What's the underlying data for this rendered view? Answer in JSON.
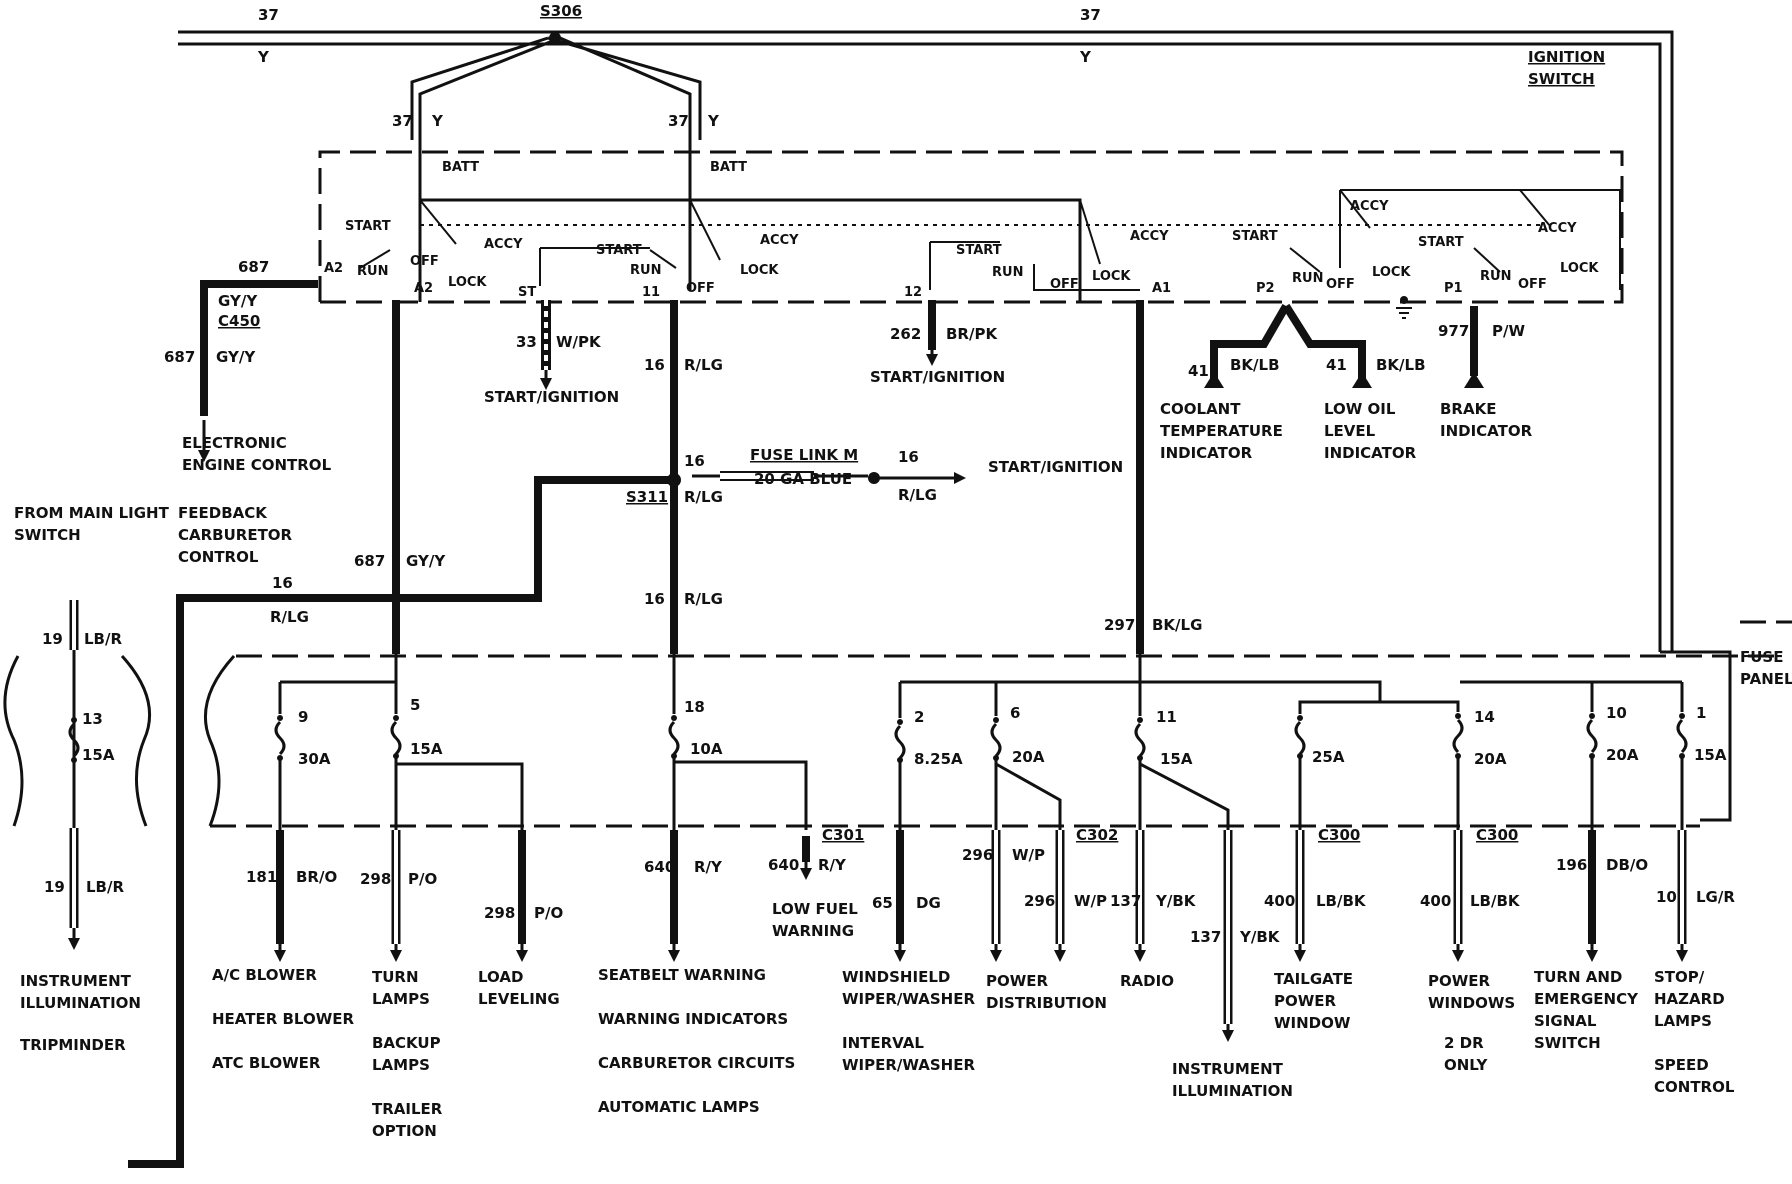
{
  "top_bus": {
    "circuit_left": "37",
    "color_left": "Y",
    "splice": "S306",
    "circuit_right": "37",
    "color_right": "Y"
  },
  "ignition_switch_label": [
    "IGNITION",
    "SWITCH"
  ],
  "fuse_panel_label": [
    "FUSE",
    "PANEL"
  ],
  "feeds": [
    {
      "circuit": "37",
      "color": "Y",
      "terminal": "BATT"
    },
    {
      "circuit": "37",
      "color": "Y",
      "terminal": "BATT"
    }
  ],
  "switch_positions": {
    "start": "START",
    "run": "RUN",
    "off": "OFF",
    "lock": "LOCK",
    "accy": "ACCY"
  },
  "switch_terminals": {
    "a2": "A2",
    "st": "ST",
    "t11": "11",
    "t12": "12",
    "a1": "A1",
    "p2": "P2",
    "p1": "P1"
  },
  "outputs_top": {
    "c687": "687",
    "c687_color": "GY/Y",
    "c450": "C450",
    "st_circuit": "33",
    "st_color": "W/PK",
    "st_dest": "START/IGNITION",
    "t11_circuit": "16",
    "t11_color": "R/LG",
    "t12_circuit": "262",
    "t12_color": "BR/PK",
    "t12_dest": "START/IGNITION",
    "p2_circuit": "41",
    "p2_color": "BK/LB",
    "p1_circuit": "977",
    "p1_color": "P/W"
  },
  "eec_label": [
    "ELECTRONIC",
    "ENGINE CONTROL"
  ],
  "coolant_label": [
    "COOLANT",
    "TEMPERATURE",
    "INDICATOR"
  ],
  "oil_label": [
    "LOW OIL",
    "LEVEL",
    "INDICATOR"
  ],
  "brake_label": [
    "BRAKE",
    "INDICATOR"
  ],
  "fuse_link": {
    "splice": "S311",
    "circuit": "16",
    "color": "R/LG",
    "name": "FUSE LINK M",
    "gauge": "20 GA BLUE",
    "dest": "START/IGNITION"
  },
  "main_light_label": [
    "FROM MAIN LIGHT",
    "SWITCH"
  ],
  "feedback_label": [
    "FEEDBACK",
    "CARBURETOR",
    "CONTROL"
  ],
  "mid_wires": {
    "c16": "16",
    "c16_color": "R/LG",
    "c687": "687",
    "c687_color": "GY/Y",
    "c297": "297",
    "c297_color": "BK/LG"
  },
  "fuses": [
    {
      "num": "13",
      "amp": "15A"
    },
    {
      "num": "9",
      "amp": "30A"
    },
    {
      "num": "5",
      "amp": "15A"
    },
    {
      "num": "18",
      "amp": "10A"
    },
    {
      "num": "2",
      "amp": "8.25A"
    },
    {
      "num": "6",
      "amp": "20A"
    },
    {
      "num": "11",
      "amp": "15A"
    },
    {
      "num": "",
      "amp": "25A"
    },
    {
      "num": "14",
      "amp": "20A"
    },
    {
      "num": "10",
      "amp": "20A"
    },
    {
      "num": "1",
      "amp": "15A"
    }
  ],
  "connectors": {
    "c301": "C301",
    "c302": "C302",
    "c300a": "C300",
    "c300b": "C300"
  },
  "illum": {
    "c19": "19",
    "color": "LB/R"
  },
  "bottom_wires": [
    {
      "circuit": "181",
      "color": "BR/O"
    },
    {
      "circuit": "298",
      "color": "P/O"
    },
    {
      "circuit": "298",
      "color": "P/O"
    },
    {
      "circuit": "640",
      "color": "R/Y"
    },
    {
      "circuit": "640",
      "color": "R/Y"
    },
    {
      "circuit": "65",
      "color": "DG"
    },
    {
      "circuit": "296",
      "color": "W/P"
    },
    {
      "circuit": "296",
      "color": "W/P"
    },
    {
      "circuit": "137",
      "color": "Y/BK"
    },
    {
      "circuit": "137",
      "color": "Y/BK"
    },
    {
      "circuit": "400",
      "color": "LB/BK"
    },
    {
      "circuit": "400",
      "color": "LB/BK"
    },
    {
      "circuit": "196",
      "color": "DB/O"
    },
    {
      "circuit": "10",
      "color": "LG/R"
    }
  ],
  "loads": {
    "instrument": [
      "INSTRUMENT",
      "ILLUMINATION",
      "TRIPMINDER"
    ],
    "ac": [
      "A/C BLOWER",
      "HEATER BLOWER",
      "ATC BLOWER"
    ],
    "turn": [
      "TURN",
      "LAMPS",
      "BACKUP",
      "LAMPS",
      "TRAILER",
      "OPTION"
    ],
    "load": [
      "LOAD",
      "LEVELING"
    ],
    "seatbelt": [
      "SEATBELT WARNING",
      "WARNING INDICATORS",
      "CARBURETOR CIRCUITS",
      "AUTOMATIC LAMPS"
    ],
    "fuel": [
      "LOW FUEL",
      "WARNING"
    ],
    "wiper": [
      "WINDSHIELD",
      "WIPER/WASHER",
      "INTERVAL",
      "WIPER/WASHER"
    ],
    "power": [
      "POWER",
      "DISTRIBUTION"
    ],
    "radio": [
      "RADIO"
    ],
    "illum2": [
      "INSTRUMENT",
      "ILLUMINATION"
    ],
    "tailgate": [
      "TAILGATE",
      "POWER",
      "WINDOW"
    ],
    "windows": [
      "POWER",
      "WINDOWS",
      "2 DR",
      "ONLY"
    ],
    "hazard": [
      "TURN AND",
      "EMERGENCY",
      "SIGNAL",
      "SWITCH"
    ],
    "stop": [
      "STOP/",
      "HAZARD",
      "LAMPS",
      "SPEED",
      "CONTROL"
    ]
  }
}
